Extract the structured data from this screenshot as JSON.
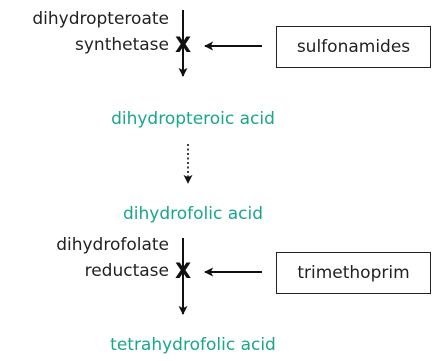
{
  "colors": {
    "text": "#222222",
    "product": "#1aa58f",
    "arrow": "#111111"
  },
  "enzyme_1": {
    "line1": "dihydropteroate",
    "line2": "synthetase"
  },
  "inhibitor_1": "sulfonamides",
  "product_1": "dihydropteroic acid",
  "product_2": "dihydrofolic acid",
  "enzyme_2": {
    "line1": "dihydrofolate",
    "line2": "reductase"
  },
  "inhibitor_2": "trimethoprim",
  "product_3": "tetrahydrofolic acid",
  "icons": {
    "block": "X"
  }
}
